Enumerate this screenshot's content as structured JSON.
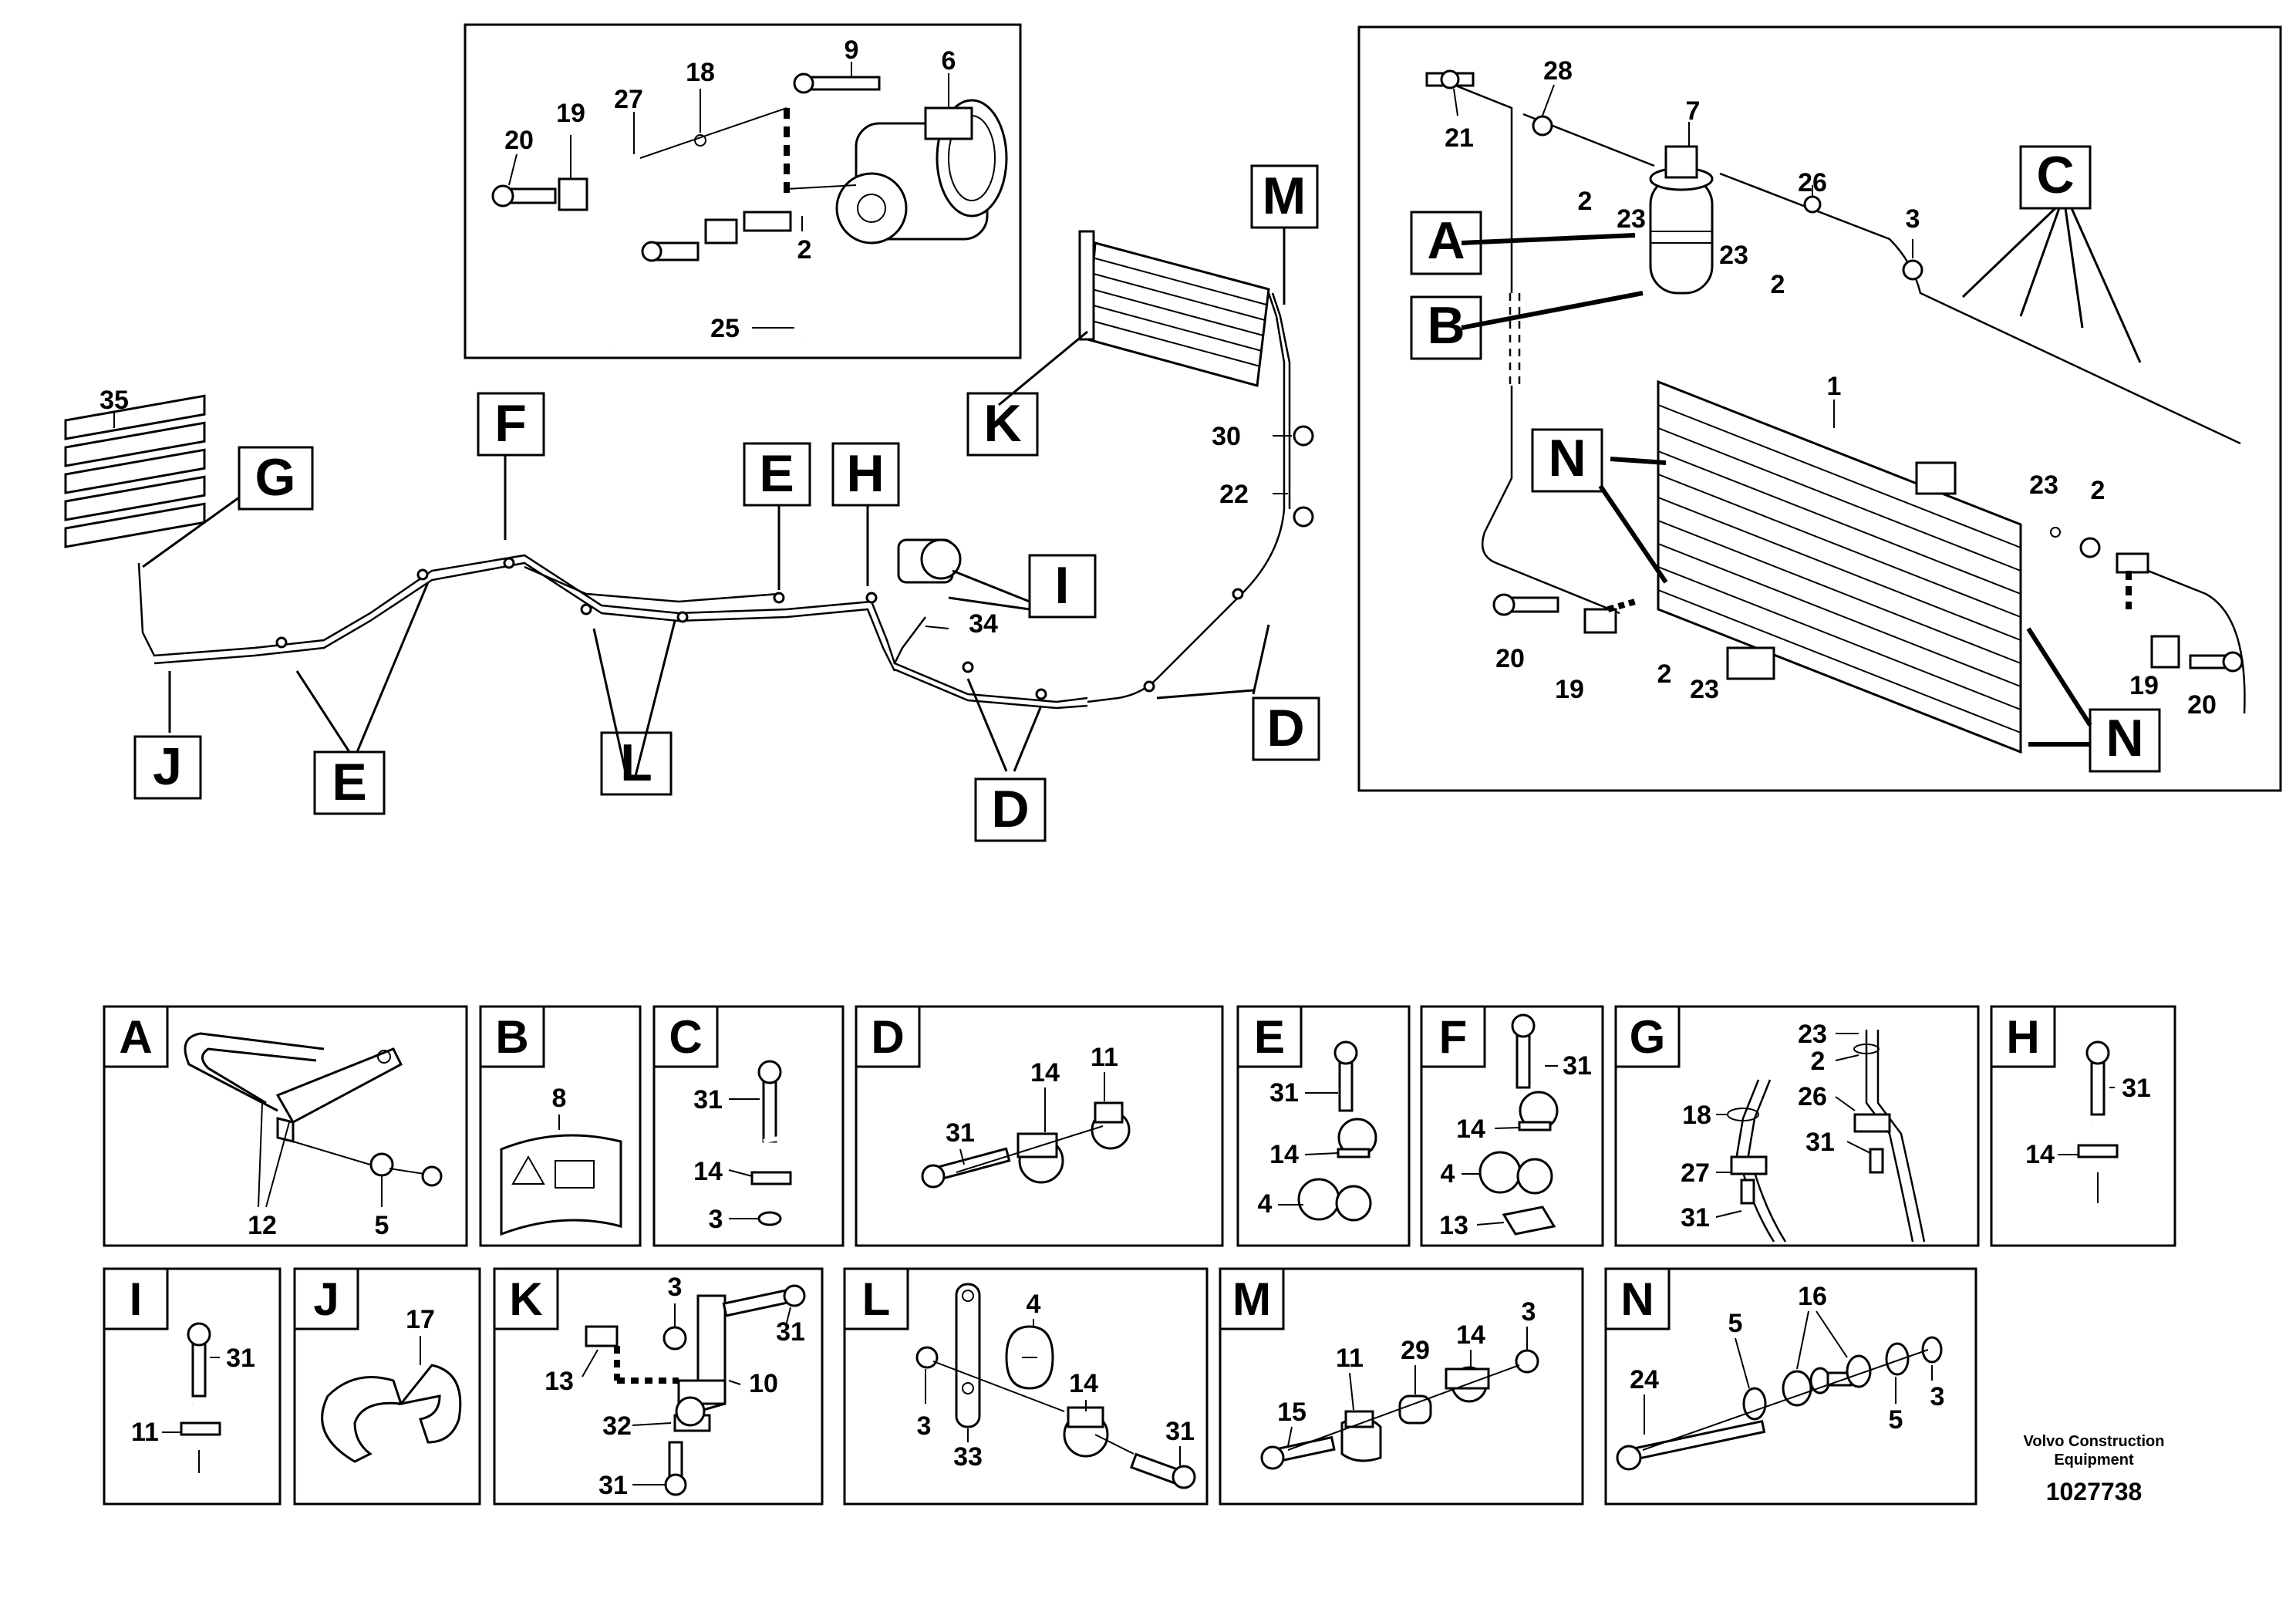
{
  "callouts": {
    "A": "A",
    "B": "B",
    "C": "C",
    "D": "D",
    "E": "E",
    "F": "F",
    "G": "G",
    "H": "H",
    "I": "I",
    "J": "J",
    "K": "K",
    "L": "L",
    "M": "M",
    "N": "N"
  },
  "parts": {
    "p1": "1",
    "p2": "2",
    "p3": "3",
    "p4": "4",
    "p5": "5",
    "p6": "6",
    "p7": "7",
    "p8": "8",
    "p9": "9",
    "p10": "10",
    "p11": "11",
    "p12": "12",
    "p13": "13",
    "p14": "14",
    "p15": "15",
    "p16": "16",
    "p17": "17",
    "p18": "18",
    "p19": "19",
    "p20": "20",
    "p21": "21",
    "p22": "22",
    "p23": "23",
    "p24": "24",
    "p25": "25",
    "p26": "26",
    "p27": "27",
    "p28": "28",
    "p29": "29",
    "p30": "30",
    "p31": "31",
    "p32": "32",
    "p33": "33",
    "p34": "34",
    "p35": "35"
  },
  "footer": {
    "company_line1": "Volvo Construction",
    "company_line2": "Equipment",
    "drawing_number": "1027738"
  },
  "colors": {
    "line": "#000000",
    "background": "#ffffff",
    "fill": "#e6e6e6"
  }
}
